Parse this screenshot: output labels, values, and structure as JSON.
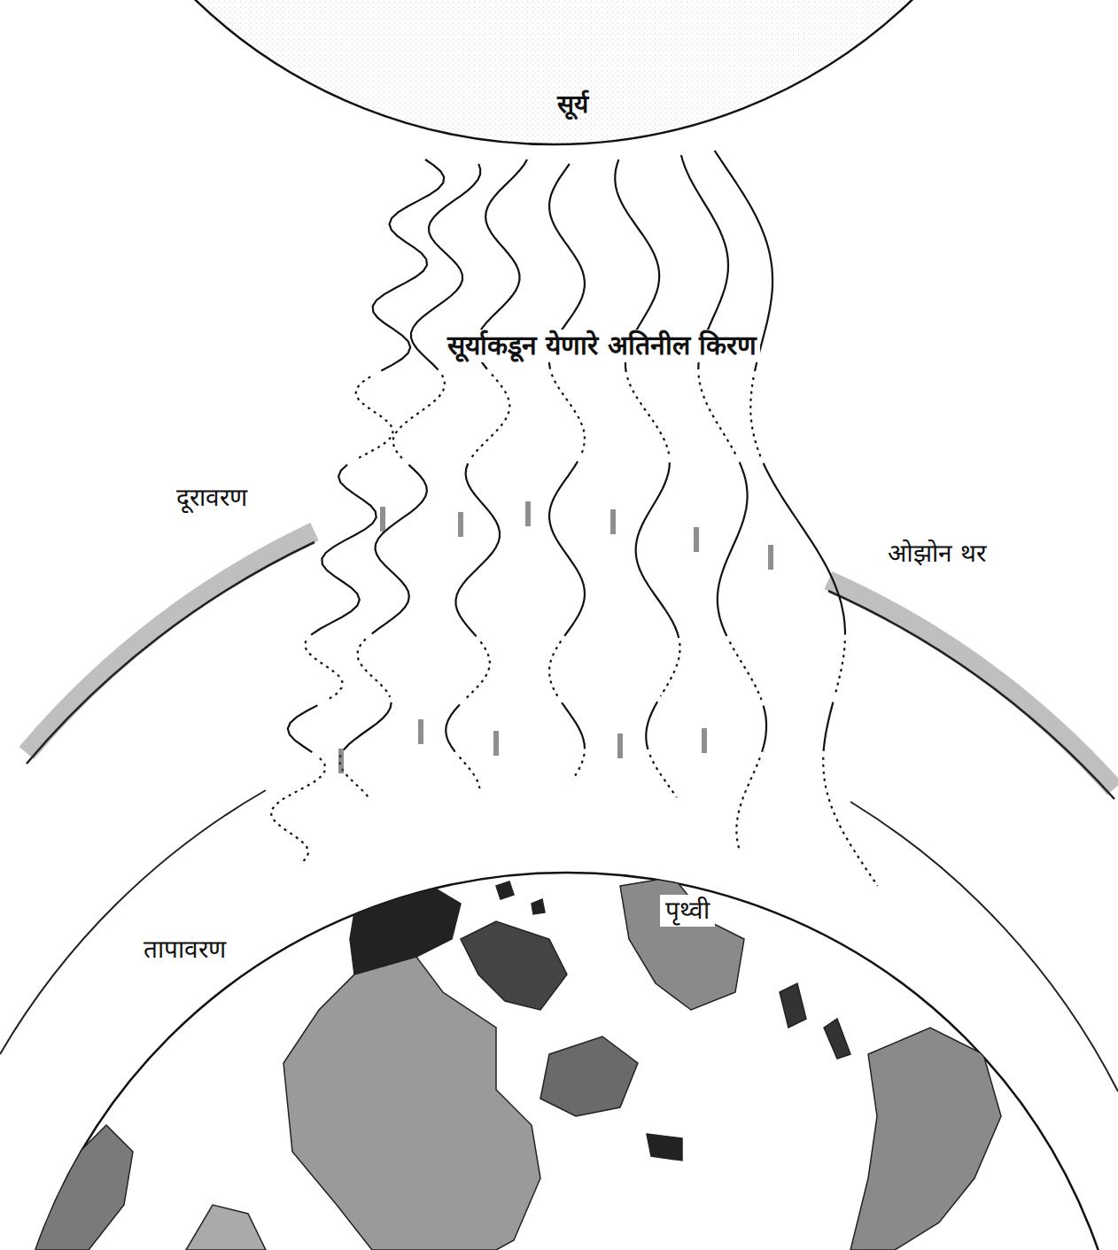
{
  "diagram": {
    "nodes": [
      {
        "text": [
          "सूर्य"
        ]
      },
      {
        "text": [
          "पृथ्वी"
        ]
      }
    ],
    "labels": [
      "सूर्याकडून येणारे अतिनील किरण",
      "दूरावरण",
      "ओझोन थर",
      "तापावरण"
    ]
  }
}
